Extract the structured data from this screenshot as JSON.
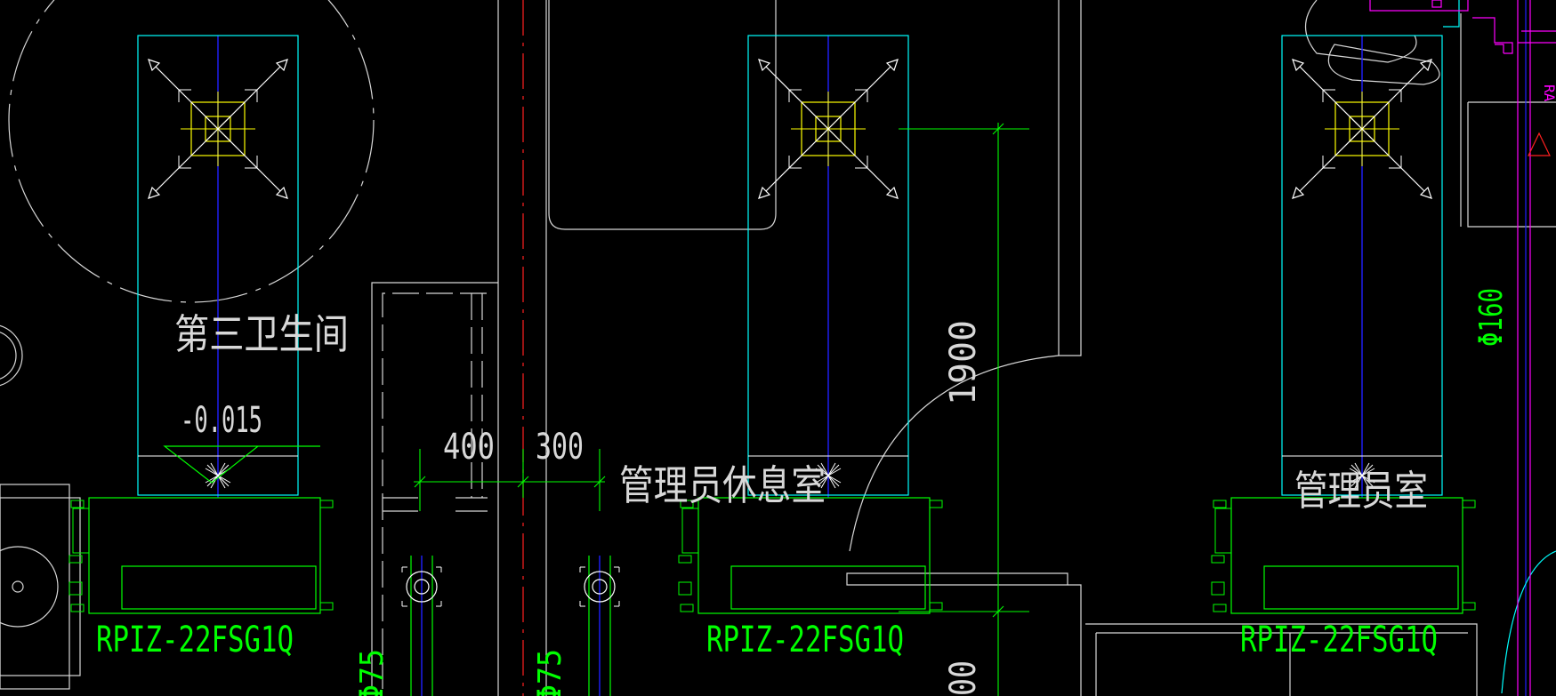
{
  "colors": {
    "background": "#000000",
    "unit_outline": "#00ffff",
    "centerline": "#2020ff",
    "diffuser": "#ffff00",
    "equipment": "#00ff00",
    "architecture": "#d8d8d8",
    "grid_red": "#ff2020",
    "magenta": "#ff00ff"
  },
  "rooms": {
    "room_1": "第三卫生间",
    "room_2": "管理员休息室",
    "room_3": "管理员室"
  },
  "elevation": "-0.015",
  "dimensions": {
    "d400": "400",
    "d300": "300",
    "d1900": "1900",
    "d_partial": "00"
  },
  "equipment": {
    "unit_1": "RPIZ-22FSG1Q",
    "unit_2": "RPIZ-22FSG1Q",
    "unit_3": "RPIZ-22FSG1Q"
  },
  "pipes": {
    "phi160": "Φ160",
    "phi75_a": "Φ75",
    "phi75_b": "Φ75"
  },
  "tags": {
    "ra": "RA"
  },
  "icons": {
    "diffuser": "square-diffuser-icon",
    "drain": "floor-drain-icon",
    "elevation": "elevation-marker-icon"
  }
}
